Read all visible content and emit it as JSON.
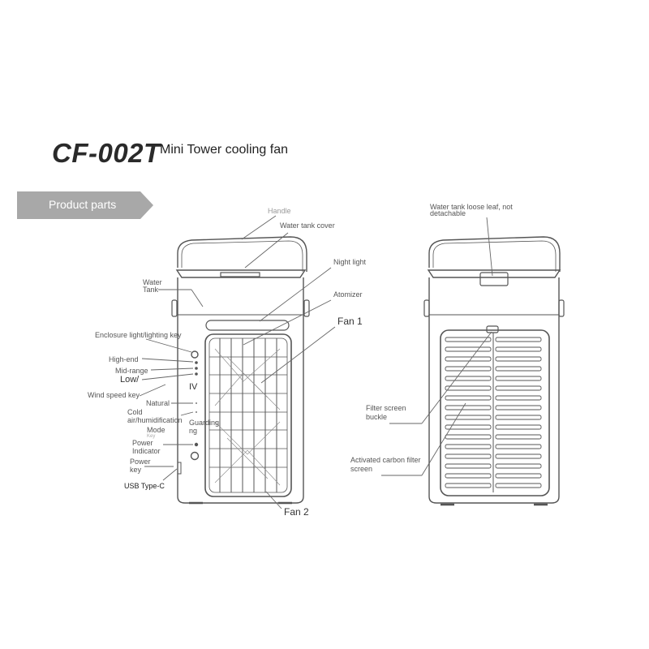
{
  "header": {
    "model": "CF-002T",
    "description": "Mini Tower cooling fan"
  },
  "section": {
    "label": "Product parts"
  },
  "front_labels": {
    "handle": "Handle",
    "water_tank_cover": "Water tank cover",
    "water_tank_1": "Water",
    "water_tank_2": "Tank",
    "night_light": "Night light",
    "atomizer": "Atomizer",
    "fan1": "Fan 1",
    "enclosure_light": "Enclosure light/lighting key",
    "high_end": "High-end",
    "mid_range": "Mid-range",
    "low": "Low/",
    "wind_speed_key": "Wind speed key",
    "natural": "Natural",
    "cold_1": "Cold",
    "cold_2": "air/humidification",
    "mode_1": "Mode",
    "mode_2": "Key",
    "power_indicator_1": "Power",
    "power_indicator_2": "Indicator",
    "power_key_1": "Power",
    "power_key_2": "key",
    "usb": "USB Type-C",
    "fan2": "Fan 2",
    "panel_iv": "IV",
    "panel_guard_1": "Guarding",
    "panel_guard_2": "ng"
  },
  "back_labels": {
    "loose_leaf_1": "Water tank loose leaf, not",
    "loose_leaf_2": "detachable",
    "filter_buckle_1": "Filter screen",
    "filter_buckle_2": "buckle",
    "carbon_filter_1": "Activated carbon filter",
    "carbon_filter_2": "screen"
  },
  "colors": {
    "tab_background": "#a8a8a8",
    "line": "#555555"
  }
}
